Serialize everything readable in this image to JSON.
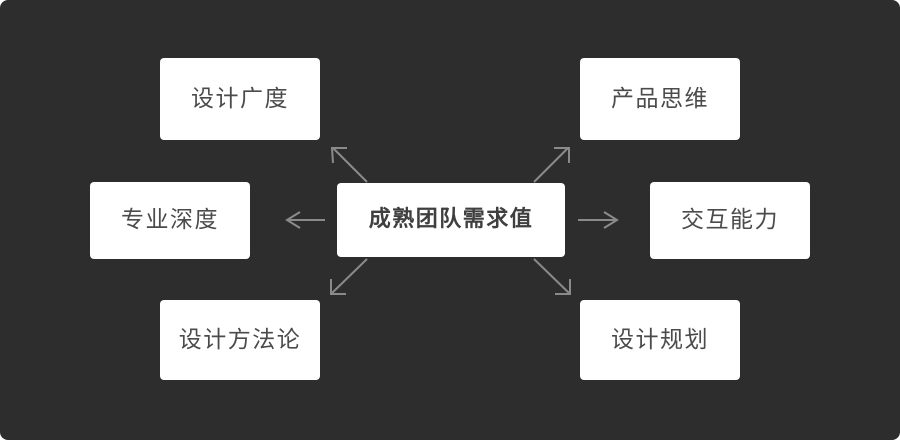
{
  "diagram": {
    "background_color": "#2d2d2d",
    "node_fill_color": "#ffffff",
    "node_text_color": "#4b4b4b",
    "arrow_color": "#8a8a8a",
    "center": {
      "id": "center",
      "label": "成熟团队需求值"
    },
    "nodes": [
      {
        "id": "top-left",
        "label": "设计广度",
        "direction": "up-left"
      },
      {
        "id": "top-right",
        "label": "产品思维",
        "direction": "up-right"
      },
      {
        "id": "left",
        "label": "专业深度",
        "direction": "left"
      },
      {
        "id": "right",
        "label": "交互能力",
        "direction": "right"
      },
      {
        "id": "bottom-left",
        "label": "设计方法论",
        "direction": "down-left"
      },
      {
        "id": "bottom-right",
        "label": "设计规划",
        "direction": "down-right"
      }
    ],
    "connectors": [
      {
        "id": "arrow-up-left",
        "from": "center",
        "to": "top-left",
        "points": "up-left"
      },
      {
        "id": "arrow-up-right",
        "from": "center",
        "to": "top-right",
        "points": "up-right"
      },
      {
        "id": "arrow-left",
        "from": "center",
        "to": "left",
        "points": "left"
      },
      {
        "id": "arrow-right",
        "from": "center",
        "to": "right",
        "points": "right"
      },
      {
        "id": "arrow-down-left",
        "from": "center",
        "to": "bottom-left",
        "points": "down-left"
      },
      {
        "id": "arrow-down-right",
        "from": "center",
        "to": "bottom-right",
        "points": "down-right"
      }
    ]
  }
}
